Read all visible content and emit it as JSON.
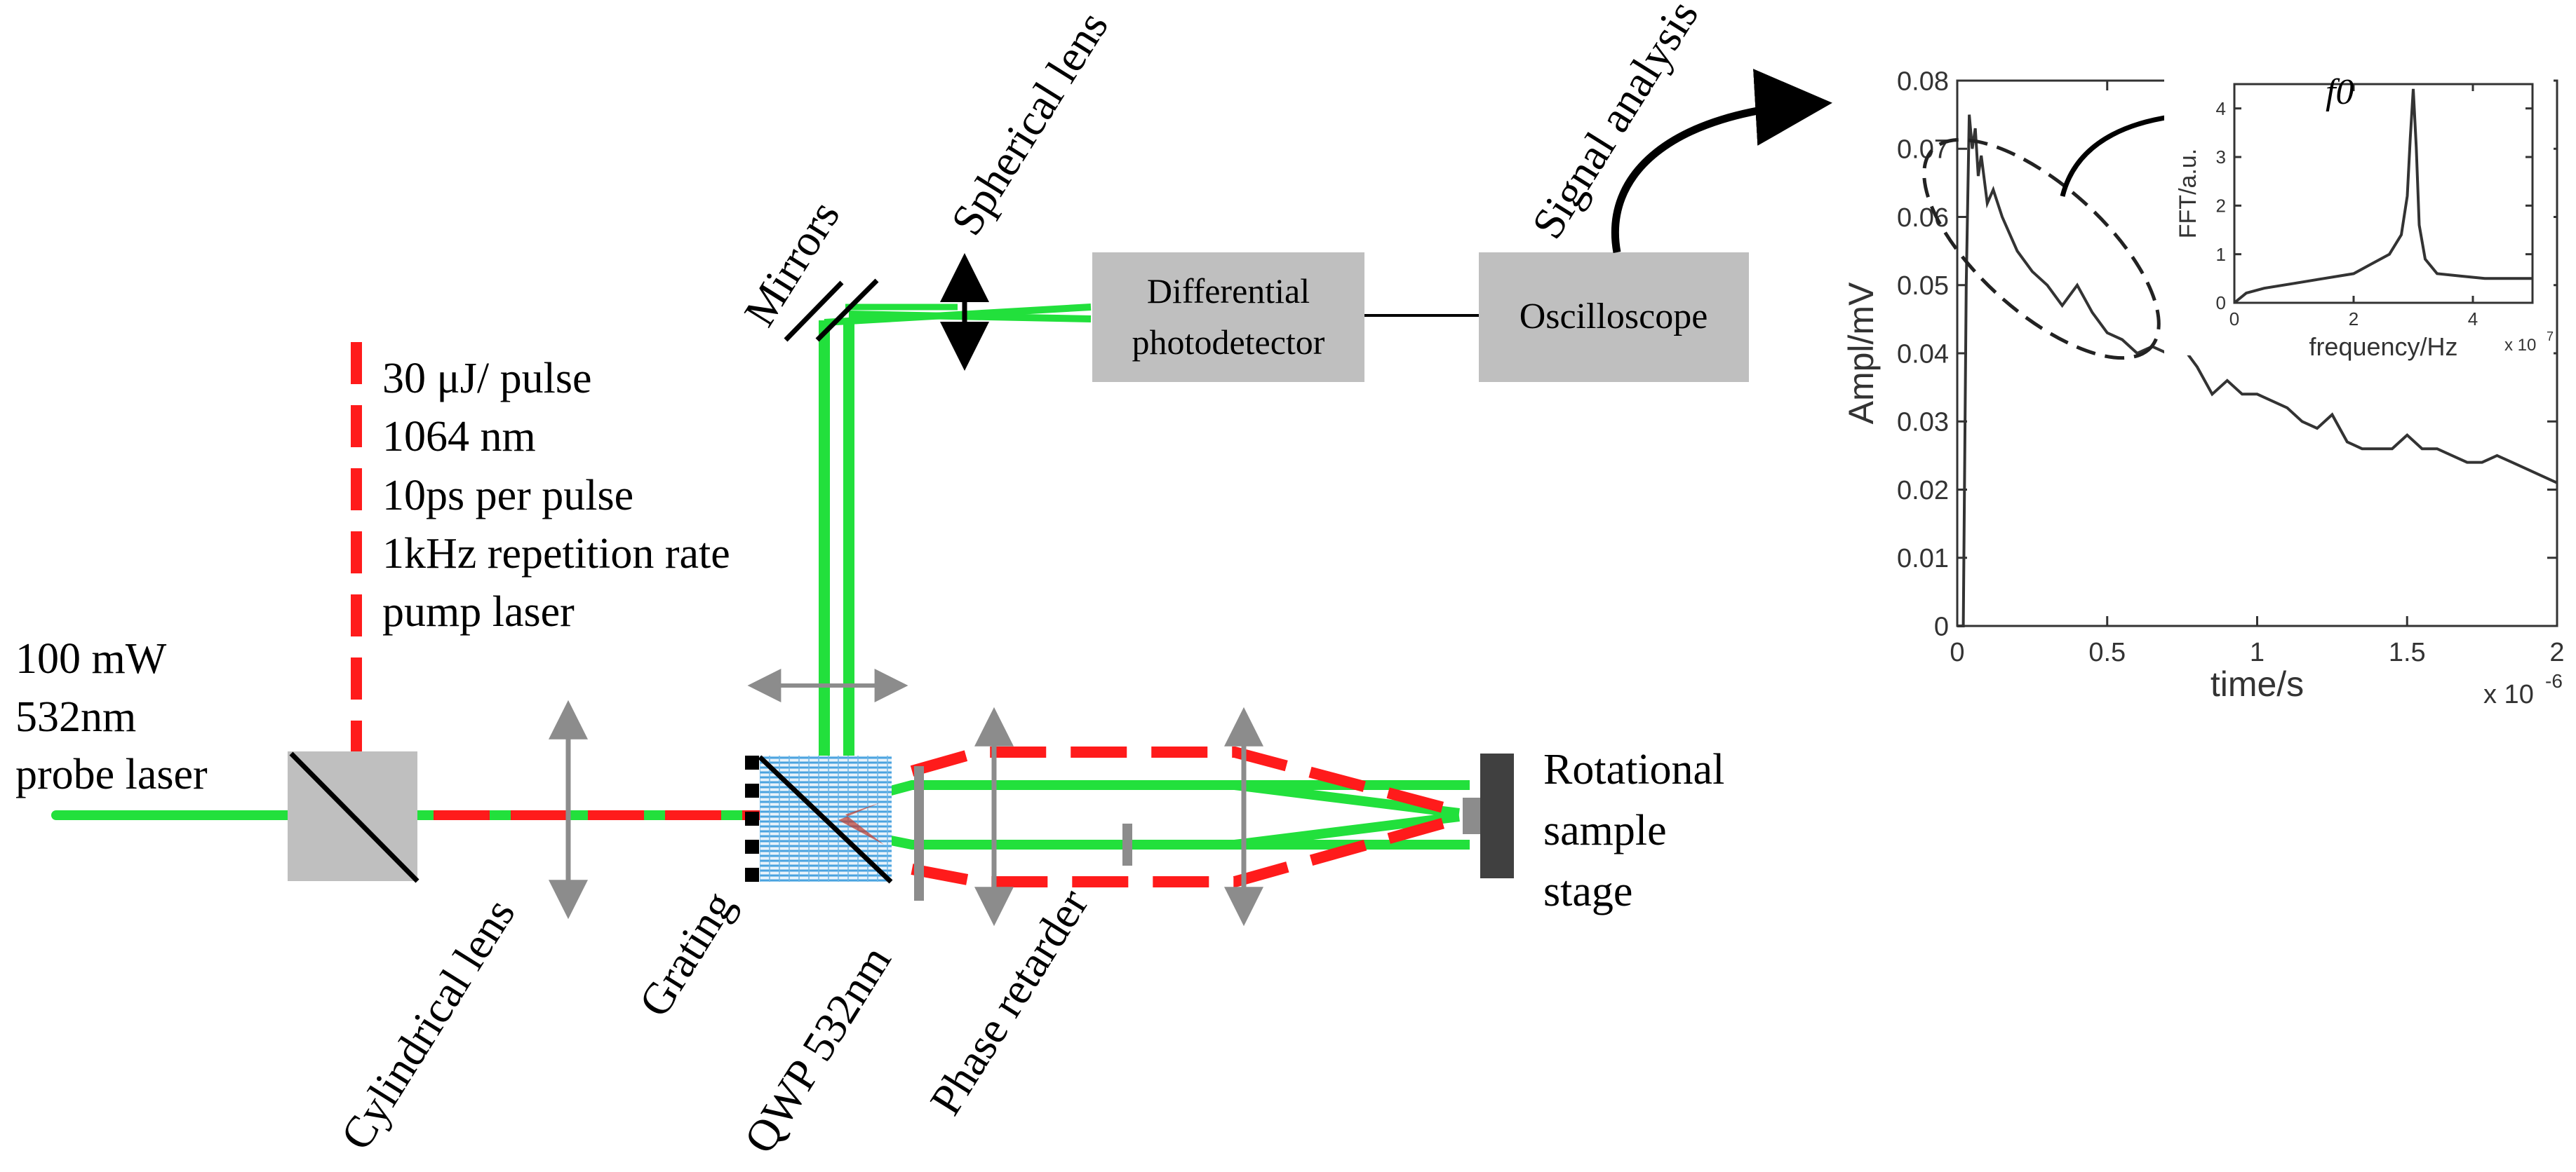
{
  "colors": {
    "probe_beam": "#22e03c",
    "pump_beam": "#ff1b1b",
    "component_gray": "#bfbfbf",
    "optic_gray": "#8c8c8c",
    "grating_blue": "#4aa3df",
    "stage_dark": "#404040",
    "plot_trace": "#333333"
  },
  "labels": {
    "probe_laser": [
      "100 mW",
      "532nm",
      "probe laser"
    ],
    "pump_laser": [
      "30 μJ/ pulse",
      "1064 nm",
      "10ps per pulse",
      "1kHz repetition rate",
      "pump laser"
    ],
    "cylindrical_lens": "Cylindrical lens",
    "grating": "Grating",
    "qwp": "QWP 532nm",
    "phase_retarder": "Phase retarder",
    "mirrors": "Mirrors",
    "spherical_lens": "Spherical lens",
    "signal_analysis": "Signal analysis",
    "differential_photodetector": [
      "Differential",
      "photodetector"
    ],
    "oscilloscope": "Oscilloscope",
    "sample_stage": [
      "Rotational",
      "sample",
      "stage"
    ]
  },
  "icons": {
    "beam_splitter": "beam-splitter-icon",
    "sample_stage": "sample-stage-icon",
    "lens": "lens-arrow-icon"
  },
  "chart_data": [
    {
      "type": "line",
      "xlabel": "time/s",
      "ylabel": "Ampl/mV",
      "x_exponent": "x 10",
      "x_exponent_power": "-6",
      "xlim": [
        0,
        2
      ],
      "ylim": [
        0,
        0.08
      ],
      "x_ticks": [
        "0",
        "0.5",
        "1",
        "1.5",
        "2"
      ],
      "y_ticks": [
        "0",
        "0.01",
        "0.02",
        "0.03",
        "0.04",
        "0.05",
        "0.06",
        "0.07",
        "0.08"
      ],
      "y_tick_values": [
        0,
        0.01,
        0.02,
        0.03,
        0.04,
        0.05,
        0.06,
        0.07,
        0.08
      ],
      "x_tick_values": [
        0,
        0.5,
        1,
        1.5,
        2
      ],
      "series": [
        {
          "x": [
            0,
            0.02,
            0.03,
            0.04,
            0.05,
            0.06,
            0.07,
            0.08,
            0.1,
            0.12,
            0.15,
            0.2,
            0.25,
            0.3,
            0.35,
            0.4,
            0.45,
            0.5,
            0.55,
            0.6,
            0.65,
            0.7,
            0.75,
            0.8,
            0.85,
            0.9,
            0.95,
            1.0,
            1.05,
            1.1,
            1.15,
            1.2,
            1.25,
            1.3,
            1.35,
            1.4,
            1.45,
            1.5,
            1.55,
            1.6,
            1.65,
            1.7,
            1.75,
            1.8,
            1.85,
            1.9,
            1.95,
            2.0
          ],
          "y": [
            0,
            0.0,
            0.05,
            0.075,
            0.07,
            0.073,
            0.066,
            0.069,
            0.062,
            0.064,
            0.06,
            0.055,
            0.052,
            0.05,
            0.047,
            0.05,
            0.046,
            0.043,
            0.042,
            0.04,
            0.041,
            0.04,
            0.041,
            0.038,
            0.034,
            0.036,
            0.034,
            0.034,
            0.033,
            0.032,
            0.03,
            0.029,
            0.031,
            0.027,
            0.026,
            0.026,
            0.026,
            0.028,
            0.026,
            0.026,
            0.025,
            0.024,
            0.024,
            0.025,
            0.024,
            0.023,
            0.022,
            0.021
          ]
        }
      ]
    },
    {
      "type": "line",
      "title": "f0",
      "xlabel": "frequency/Hz",
      "ylabel": "FFT/a.u.",
      "x_exponent": "x 10",
      "x_exponent_power": "7",
      "xlim": [
        0,
        5
      ],
      "ylim": [
        0,
        4.5
      ],
      "x_ticks": [
        "0",
        "2",
        "4"
      ],
      "x_tick_values": [
        0,
        2,
        4
      ],
      "y_ticks": [
        "0",
        "1",
        "2",
        "3",
        "4"
      ],
      "y_tick_values": [
        0,
        1,
        2,
        3,
        4
      ],
      "series": [
        {
          "x": [
            0,
            0.2,
            0.5,
            1.0,
            1.5,
            2.0,
            2.3,
            2.6,
            2.8,
            2.9,
            2.95,
            3.0,
            3.05,
            3.1,
            3.2,
            3.4,
            3.8,
            4.2,
            4.6,
            5.0
          ],
          "y": [
            0.0,
            0.2,
            0.3,
            0.4,
            0.5,
            0.6,
            0.8,
            1.0,
            1.4,
            2.2,
            3.4,
            4.4,
            3.2,
            1.6,
            0.9,
            0.6,
            0.55,
            0.5,
            0.5,
            0.5
          ]
        }
      ]
    }
  ]
}
